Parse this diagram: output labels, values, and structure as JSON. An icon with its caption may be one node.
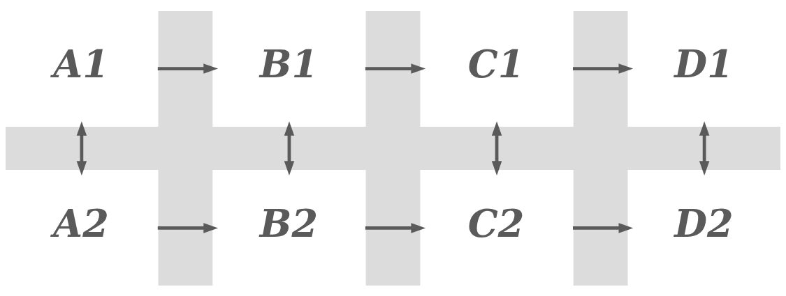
{
  "diagram": {
    "nodes": [
      {
        "text": [
          "A1"
        ]
      },
      {
        "text": [
          "B1"
        ]
      },
      {
        "text": [
          "C1"
        ]
      },
      {
        "text": [
          "D1"
        ]
      },
      {
        "text": [
          "A2"
        ]
      },
      {
        "text": [
          "B2"
        ]
      },
      {
        "text": [
          "C2"
        ]
      },
      {
        "text": [
          "D2"
        ]
      }
    ],
    "edges": [
      {
        "from": 0,
        "to": 1,
        "arrow": "to"
      },
      {
        "from": 1,
        "to": 2,
        "arrow": "to"
      },
      {
        "from": 2,
        "to": 3,
        "arrow": "to"
      },
      {
        "from": 0,
        "to": 4,
        "arrow": "both"
      },
      {
        "from": 1,
        "to": 5,
        "arrow": "both"
      },
      {
        "from": 2,
        "to": 6,
        "arrow": "both"
      },
      {
        "from": 3,
        "to": 7,
        "arrow": "both"
      },
      {
        "from": 4,
        "to": 5,
        "arrow": "to"
      },
      {
        "from": 5,
        "to": 6,
        "arrow": "to"
      },
      {
        "from": 6,
        "to": 7,
        "arrow": "to"
      }
    ]
  }
}
